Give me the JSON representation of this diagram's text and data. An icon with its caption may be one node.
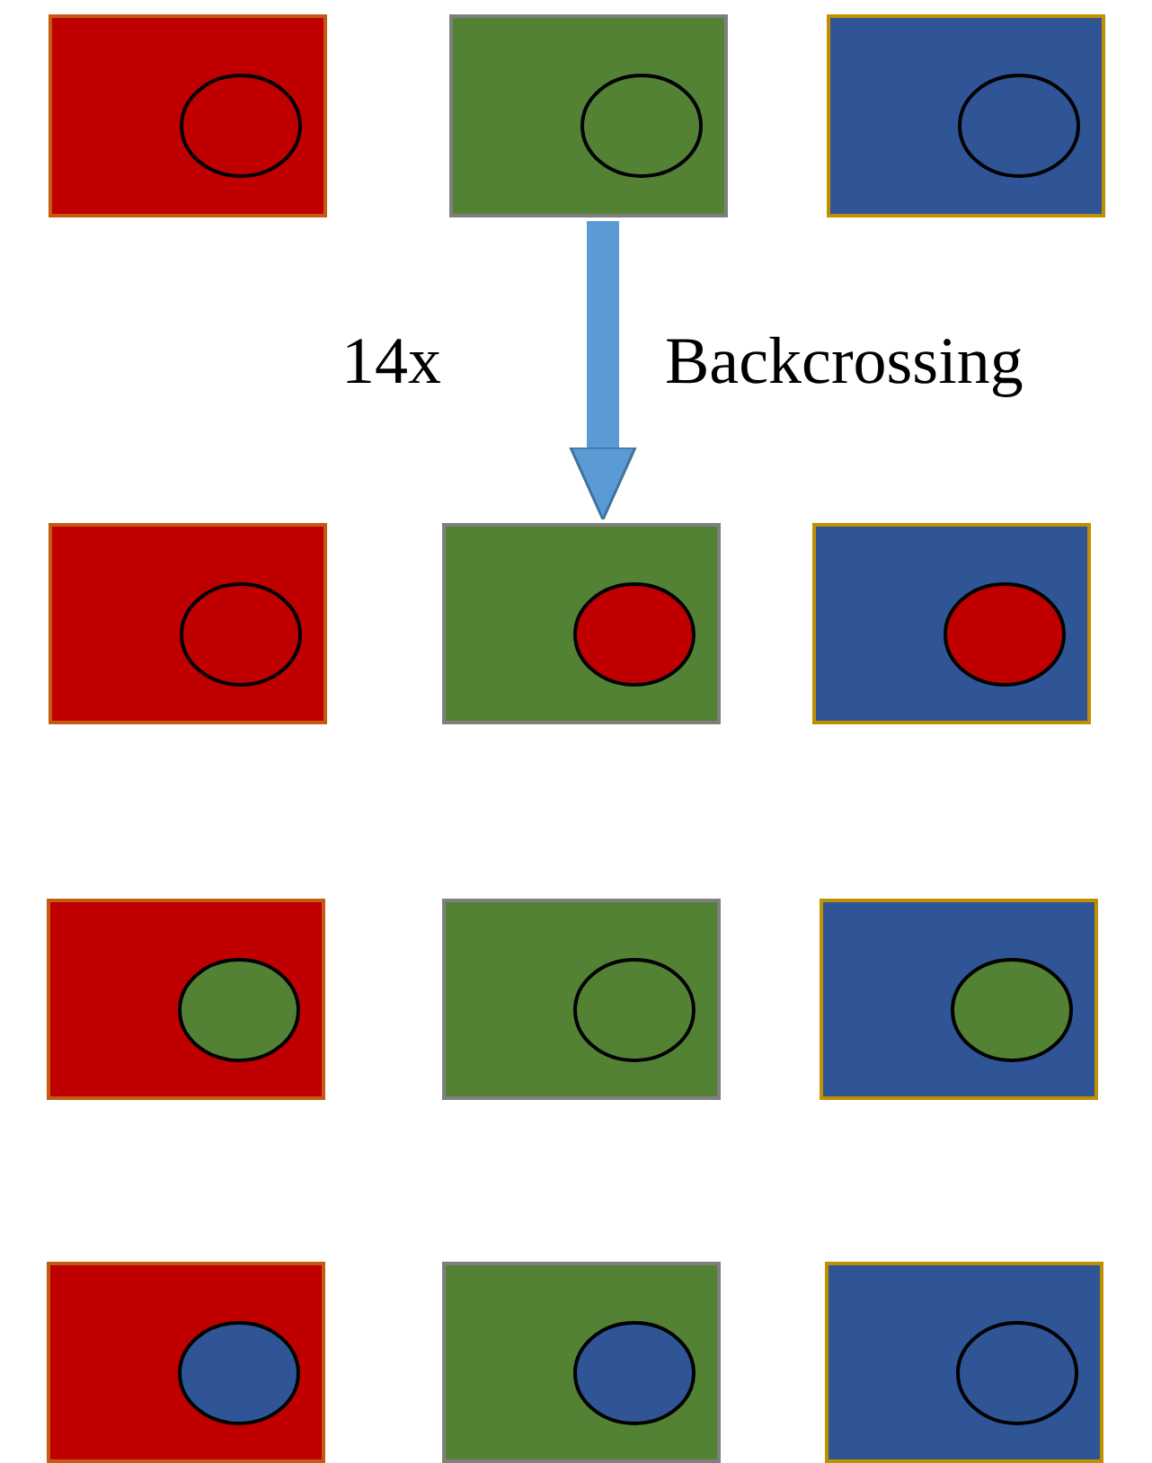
{
  "diagram": {
    "nodes": [
      {
        "text": [],
        "shape": "box"
      },
      {
        "text": [],
        "shape": "circle",
        "in": 0
      },
      {
        "text": [],
        "shape": "box"
      },
      {
        "text": [],
        "shape": "circle",
        "in": 2
      },
      {
        "text": [],
        "shape": "box"
      },
      {
        "text": [],
        "shape": "circle",
        "in": 4
      },
      {
        "text": [],
        "shape": "box"
      },
      {
        "text": [],
        "shape": "circle",
        "in": 6
      },
      {
        "text": [],
        "shape": "box"
      },
      {
        "text": [],
        "shape": "circle",
        "in": 8
      },
      {
        "text": [],
        "shape": "box"
      },
      {
        "text": [],
        "shape": "circle",
        "in": 10
      },
      {
        "text": [],
        "shape": "box"
      },
      {
        "text": [],
        "shape": "circle",
        "in": 12
      },
      {
        "text": [],
        "shape": "box"
      },
      {
        "text": [],
        "shape": "circle",
        "in": 14
      },
      {
        "text": [],
        "shape": "box"
      },
      {
        "text": [],
        "shape": "circle",
        "in": 16
      },
      {
        "text": [],
        "shape": "box"
      },
      {
        "text": [],
        "shape": "circle",
        "in": 18
      },
      {
        "text": [],
        "shape": "box"
      },
      {
        "text": [],
        "shape": "circle",
        "in": 20
      },
      {
        "text": [],
        "shape": "box"
      },
      {
        "text": [],
        "shape": "circle",
        "in": 22
      }
    ],
    "edges": [
      {
        "from": 2,
        "to": 8,
        "arrow": "to"
      }
    ],
    "labels": [
      "14x",
      "Backcrossing"
    ]
  }
}
